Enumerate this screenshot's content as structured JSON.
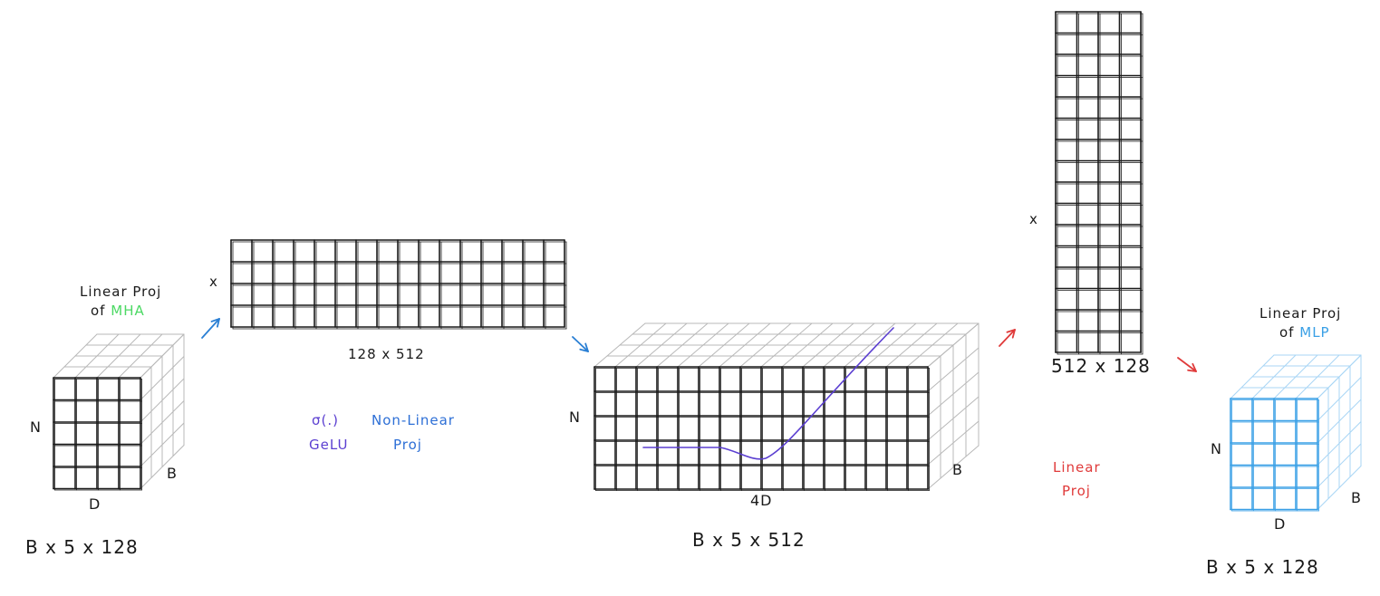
{
  "colors": {
    "ink": "#1a1a1a",
    "grid_light": "#b8b8b8",
    "mha_green": "#4cd964",
    "mlp_blue": "#3aa0e6",
    "arrow_blue": "#2a7fd4",
    "nonlinear_blue": "#2d6fd6",
    "gelu_purple": "#5b3fd1",
    "linear_red": "#e03a3a"
  },
  "input_tensor": {
    "title_line1": "Linear Proj",
    "title_line2_prefix": "of",
    "title_line2_highlight": "MHA",
    "axis_n": "N",
    "axis_d": "D",
    "axis_b": "B",
    "shape": "B x 5 x 128"
  },
  "weight_1": {
    "multiply": "x",
    "shape": "128 x 512"
  },
  "activation": {
    "sigma": "σ(.)",
    "gelu": "GeLU",
    "nonlinear_line1": "Non-Linear",
    "nonlinear_line2": "Proj"
  },
  "hidden_tensor": {
    "axis_n": "N",
    "axis_4d": "4D",
    "axis_b": "B",
    "shape": "B x 5 x 512"
  },
  "weight_2": {
    "multiply": "x",
    "shape": "512 x 128"
  },
  "linear_proj": {
    "line1": "Linear",
    "line2": "Proj"
  },
  "output_tensor": {
    "title_line1": "Linear Proj",
    "title_line2_prefix": "of",
    "title_line2_highlight": "MLP",
    "axis_n": "N",
    "axis_d": "D",
    "axis_b": "B",
    "shape": "B x 5 x 128"
  },
  "icons": [
    "arrow-icon",
    "gelu-curve-icon"
  ]
}
